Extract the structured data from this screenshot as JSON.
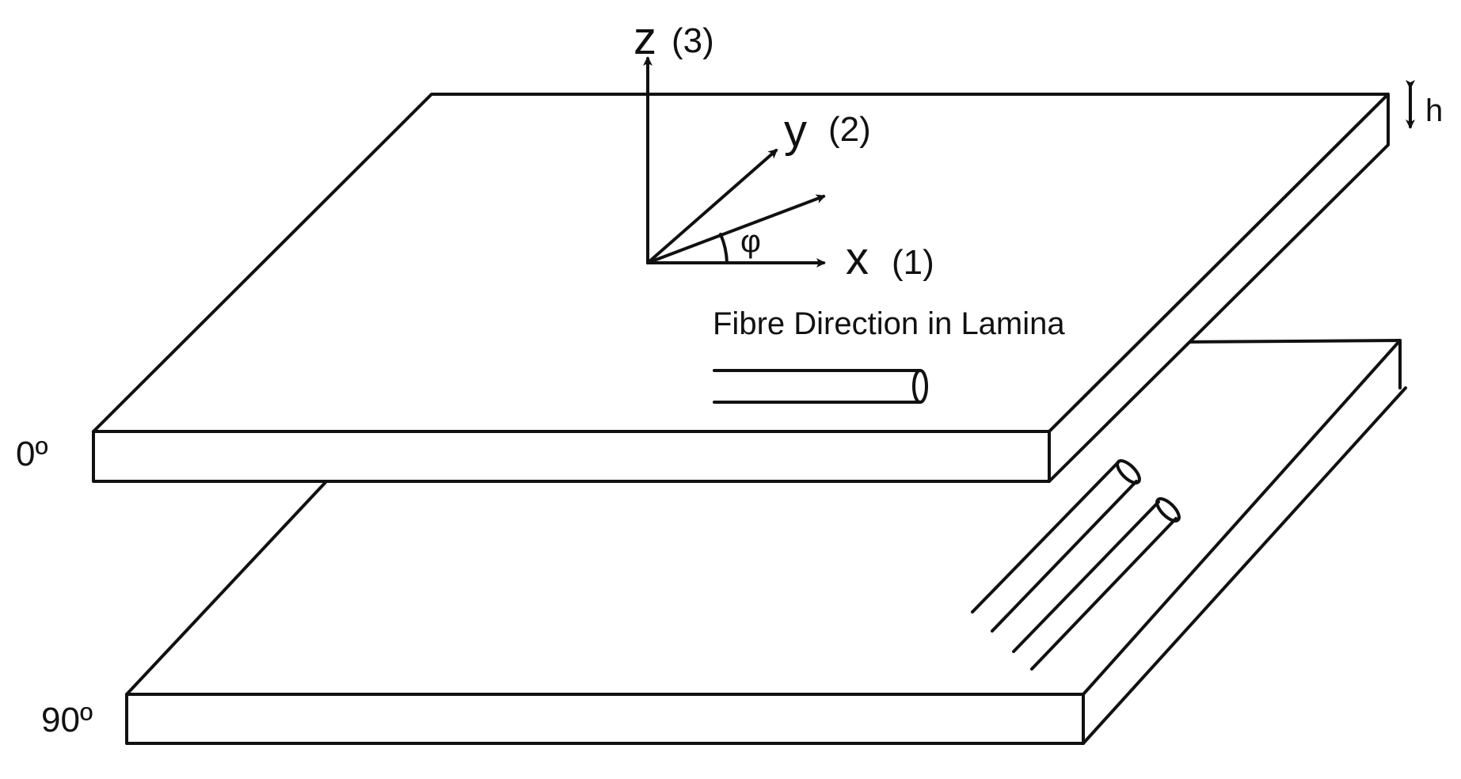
{
  "axes": {
    "z": "z",
    "z_num": "(3)",
    "y": "y",
    "y_num": "(2)",
    "x": "x",
    "x_num": "(1)",
    "angle": "φ"
  },
  "thickness_label": "h",
  "fibre_caption": "Fibre Direction in Lamina",
  "plies": {
    "top": "0º",
    "bottom": "90º"
  },
  "colors": {
    "line": "#111111",
    "background": "#ffffff"
  }
}
